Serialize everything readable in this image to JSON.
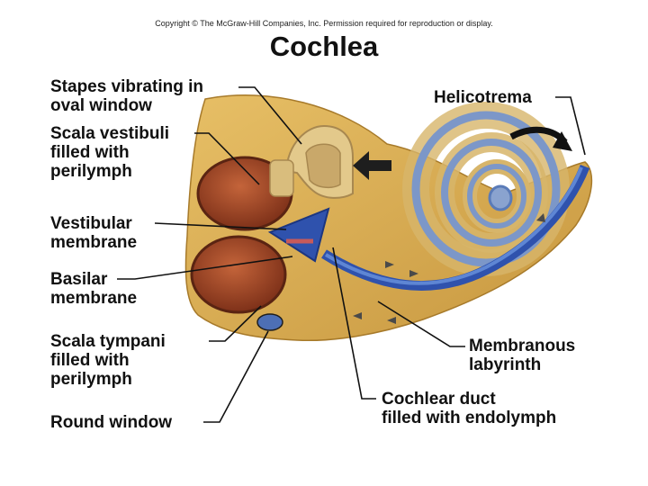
{
  "copyright": "Copyright © The McGraw-Hill Companies, Inc. Permission required for reproduction or display.",
  "title": "Cochlea",
  "labels": {
    "stapes": [
      "Stapes vibrating in",
      "oval window"
    ],
    "scala_vestibuli": [
      "Scala vestibuli",
      "filled with",
      "perilymph"
    ],
    "vestibular_membrane": [
      "Vestibular",
      "membrane"
    ],
    "basilar_membrane": [
      "Basilar",
      "membrane"
    ],
    "scala_tympani": [
      "Scala tympani",
      "filled with",
      "perilymph"
    ],
    "round_window": [
      "Round window"
    ],
    "helicotrema": [
      "Helicotrema"
    ],
    "membranous_labyrinth": [
      "Membranous",
      "labyrinth"
    ],
    "cochlear_duct": [
      "Cochlear duct",
      "filled with endolymph"
    ]
  },
  "colors": {
    "bone": "#d9ad52",
    "bone_dark": "#b8862f",
    "chamber": "#a24a2b",
    "duct_blue": "#3a5fb8",
    "spiral_blue": "#6f8fc4",
    "stapes": "#e3c98b"
  }
}
